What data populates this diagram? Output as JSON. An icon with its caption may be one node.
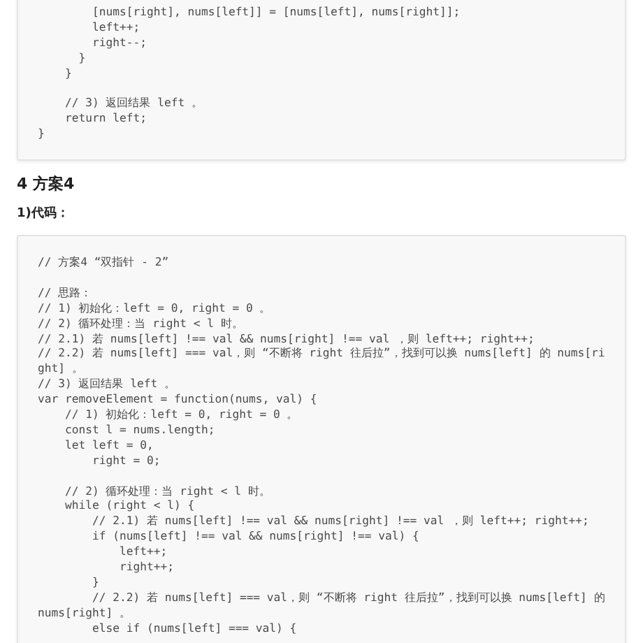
{
  "diagram": {
    "nodes": [
      {
        "text": [
          "        [nums[right], nums[left]] = [nums[left], nums[right]];",
          "        left++;",
          "        right--;",
          "      }",
          "    }",
          "    // 3) 返回结果 left 。",
          "    return left;",
          "}"
        ]
      },
      {
        "text": [
          "// 方案4 “双指针 - 2”",
          "// 思路：",
          "// 1) 初始化：left = 0, right = 0 。",
          "// 2) 循环处理：当 right < l 时。",
          "// 2.1) 若 nums[left] !== val && nums[right] !== val ，则 left++; right++;",
          "// 2.2) 若 nums[left] === val，则 “不断将 right 往后拉”，找到可以换 nums[left] 的 nums[right] 。",
          "// 3) 返回结果 left 。",
          "var removeElement = function(nums, val) {",
          "    // 1) 初始化：left = 0, right = 0 。",
          "    const l = nums.length;",
          "    let left = 0,",
          "        right = 0;",
          "    // 2) 循环处理：当 right < l 时。",
          "    while (right < l) {",
          "        // 2.1) 若 nums[left] !== val && nums[right] !== val ，则 left++; right++;",
          "        if (nums[left] !== val && nums[right] !== val) {",
          "            left++;",
          "            right++;",
          "        }",
          "        // 2.2) 若 nums[left] === val，则 “不断将 right 往后拉”，找到可以换 nums[left] 的 nums[right] 。",
          "        else if (nums[left] === val) {"
        ]
      }
    ],
    "labels": [
      "4 方案4",
      "1)代码："
    ]
  }
}
